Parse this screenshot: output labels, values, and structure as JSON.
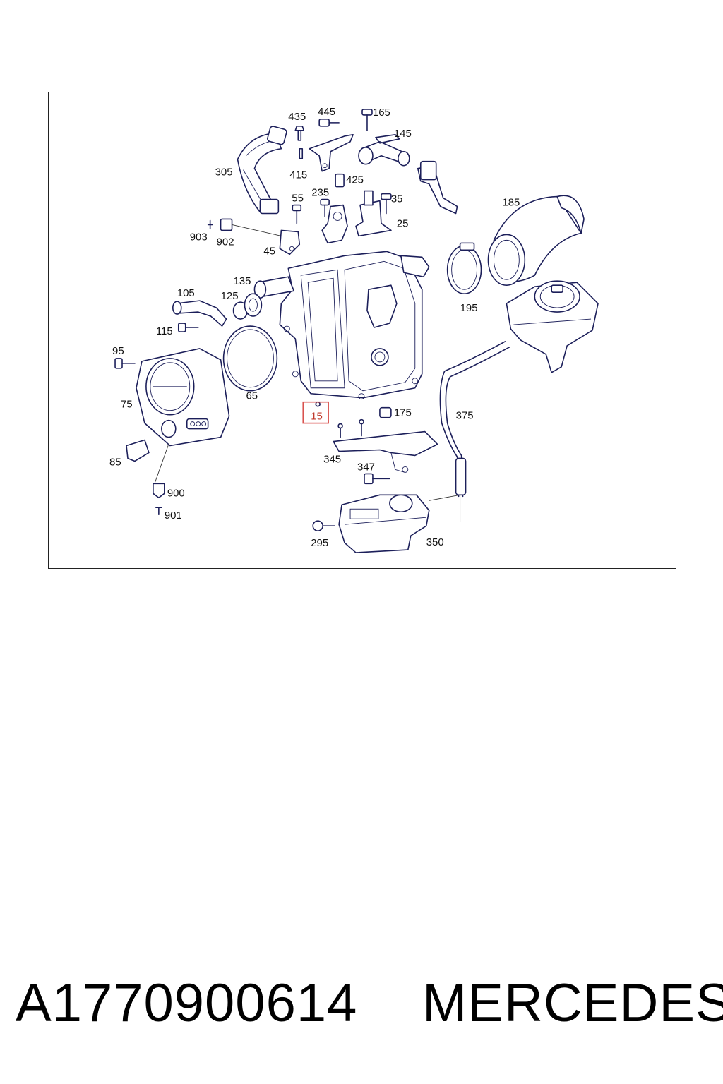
{
  "diagram": {
    "highlight_color": "#d9534f",
    "line_color": "#1c1f5a",
    "highlighted_callout": "15",
    "callouts": [
      "435",
      "445",
      "165",
      "145",
      "305",
      "415",
      "425",
      "55",
      "235",
      "35",
      "25",
      "185",
      "903",
      "902",
      "45",
      "135",
      "105",
      "125",
      "195",
      "115",
      "95",
      "65",
      "75",
      "15",
      "175",
      "375",
      "345",
      "347",
      "85",
      "900",
      "901",
      "295",
      "350"
    ]
  },
  "caption": {
    "part_number": "A1770900614",
    "brand": "MERCEDES"
  }
}
